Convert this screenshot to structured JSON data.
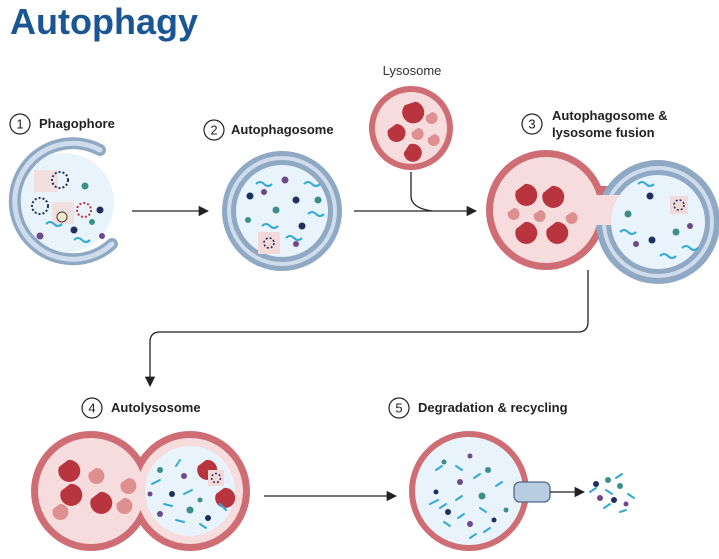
{
  "title": "Autophagy",
  "lysosome_label": "Lysosome",
  "steps": [
    {
      "number": "1",
      "label": "Phagophore"
    },
    {
      "number": "2",
      "label": "Autophagosome"
    },
    {
      "number": "3",
      "label_line1": "Autophagosome &",
      "label_line2": "lysosome fusion"
    },
    {
      "number": "4",
      "label": "Autolysosome"
    },
    {
      "number": "5",
      "label": "Degradation & recycling"
    }
  ],
  "colors": {
    "title": "#1a5694",
    "membrane_blue": "#8fa8c4",
    "membrane_blue_light": "#cfdceb",
    "lumen_blue": "#e9f3fb",
    "membrane_red": "#cf6d74",
    "lumen_red": "#f6dcdd",
    "enzyme_dark": "#b8343f",
    "enzyme_light": "#de8f8f",
    "cargo_navy": "#1f2f5e",
    "cargo_teal": "#3b8f8a",
    "cargo_purple": "#6c4a8a",
    "cargo_cyan": "#35a9d6"
  }
}
